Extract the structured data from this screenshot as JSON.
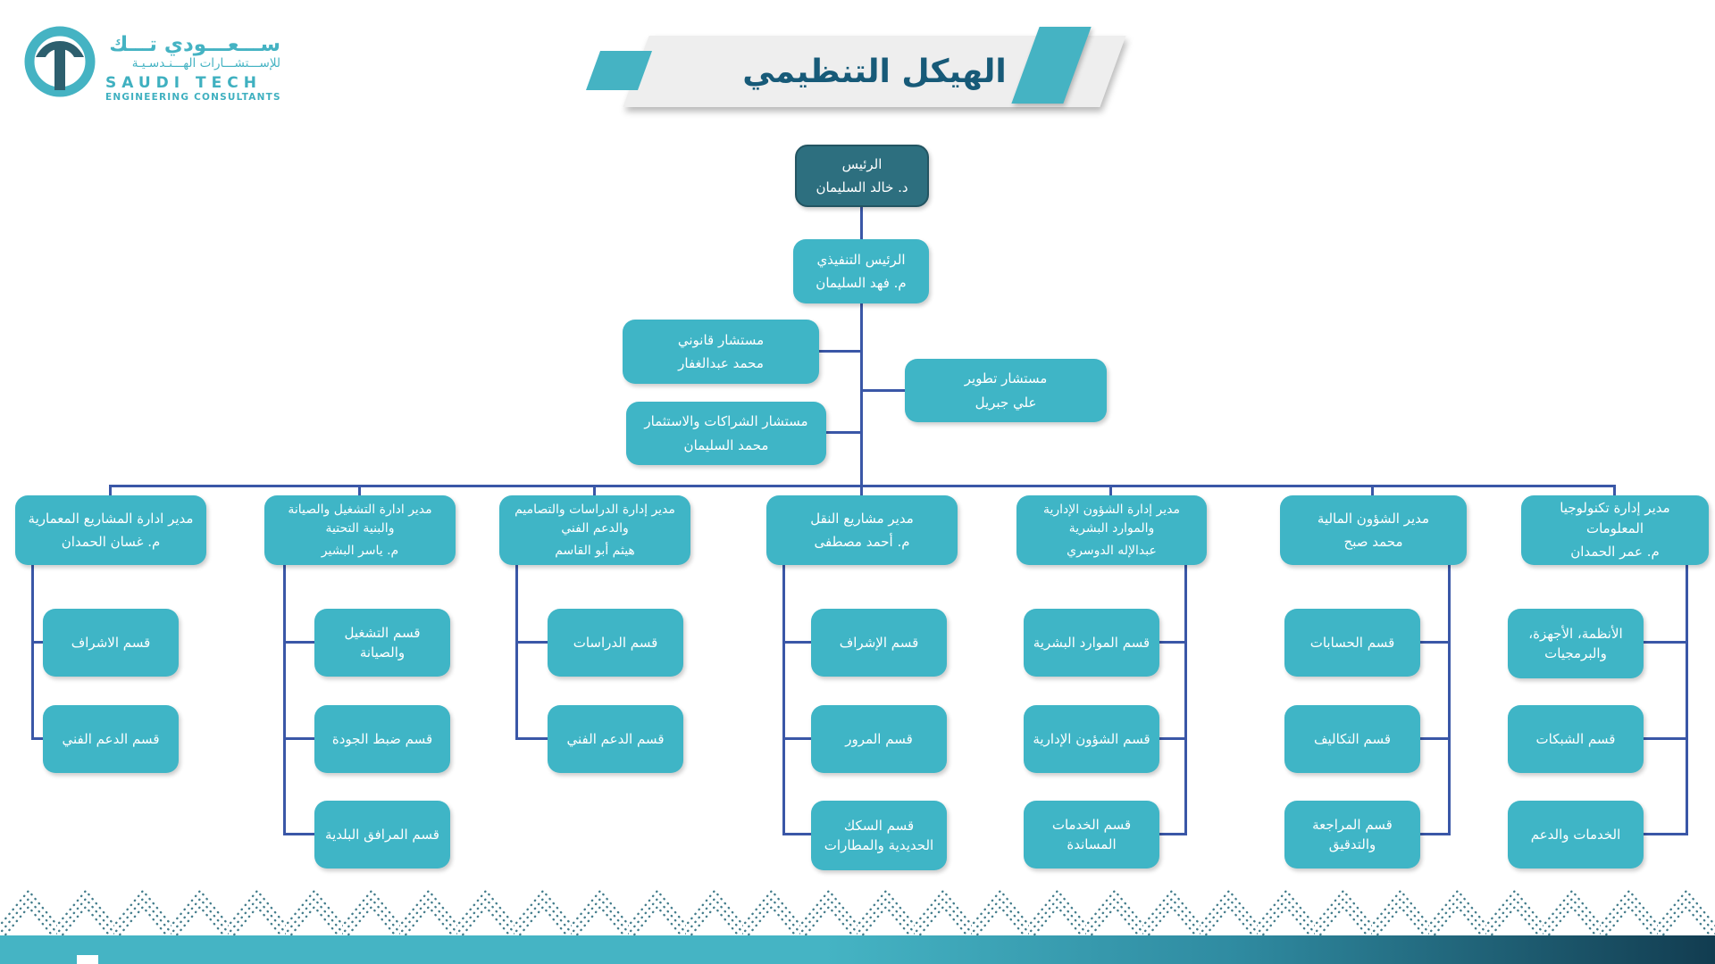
{
  "logo": {
    "arabic_name": "ســـعـــودي تـــك",
    "arabic_tagline": "للإســـتشـــارات الهـــنـدسـيـة",
    "english_name": "SAUDI TECH",
    "english_tagline": "ENGINEERING CONSULTANTS"
  },
  "title": "الهيكل التنظيمي",
  "colors": {
    "node_teal": "#3fb5c6",
    "node_dark_teal": "#2d6f7f",
    "connector_blue": "#3a57a7",
    "accent_teal": "#45b3c3",
    "banner_gray": "#eeeeee",
    "title_text": "#175a78",
    "footer_dark": "#123c50",
    "chevron_dots": "#2e6e7e"
  },
  "chart": {
    "president": {
      "title": "الرئيس",
      "name": "د. خالد السليمان"
    },
    "ceo": {
      "title": "الرئيس التنفيذي",
      "name": "م. فهد السليمان"
    },
    "advisors": [
      {
        "title": "مستشار قانوني",
        "name": "محمد عبدالغفار"
      },
      {
        "title": "مستشار تطوير",
        "name": "علي جبريل"
      },
      {
        "title": "مستشار الشراكات والاستثمار",
        "name": "محمد السليمان"
      }
    ],
    "departments": [
      {
        "title": "مدير ادارة المشاريع المعمارية",
        "name": "م. غسان الحمدان",
        "sections": [
          "قسم الاشراف",
          "قسم الدعم الفني"
        ]
      },
      {
        "title": "مدير ادارة التشغيل والصيانة والبنية التحتية",
        "name": "م. ياسر البشير",
        "sections": [
          "قسم التشغيل والصيانة",
          "قسم ضبط الجودة",
          "قسم المرافق البلدية"
        ]
      },
      {
        "title": "مدير إدارة الدراسات والتصاميم والدعم الفني",
        "name": "هيثم أبو القاسم",
        "sections": [
          "قسم الدراسات",
          "قسم الدعم الفني"
        ]
      },
      {
        "title": "مدير مشاريع النقل",
        "name": "م. أحمد مصطفى",
        "sections": [
          "قسم الإشراف",
          "قسم المرور",
          "قسم السكك الحديدية والمطارات"
        ]
      },
      {
        "title": "مدير إدارة الشؤون الإدارية والموارد البشرية",
        "name": "عبدالإله الدوسري",
        "sections": [
          "قسم الموارد البشرية",
          "قسم الشؤون الإدارية",
          "قسم الخدمات المساندة"
        ]
      },
      {
        "title": "مدير الشؤون المالية",
        "name": "محمد صبح",
        "sections": [
          "قسم الحسابات",
          "قسم التكاليف",
          "قسم المراجعة والتدقيق"
        ]
      },
      {
        "title": "مدير إدارة تكنولوجيا المعلومات",
        "name": "م. عمر الحمدان",
        "sections": [
          "الأنظمة، الأجهزة، والبرمجيات",
          "قسم الشبكات",
          "الخدمات والدعم"
        ]
      }
    ]
  }
}
